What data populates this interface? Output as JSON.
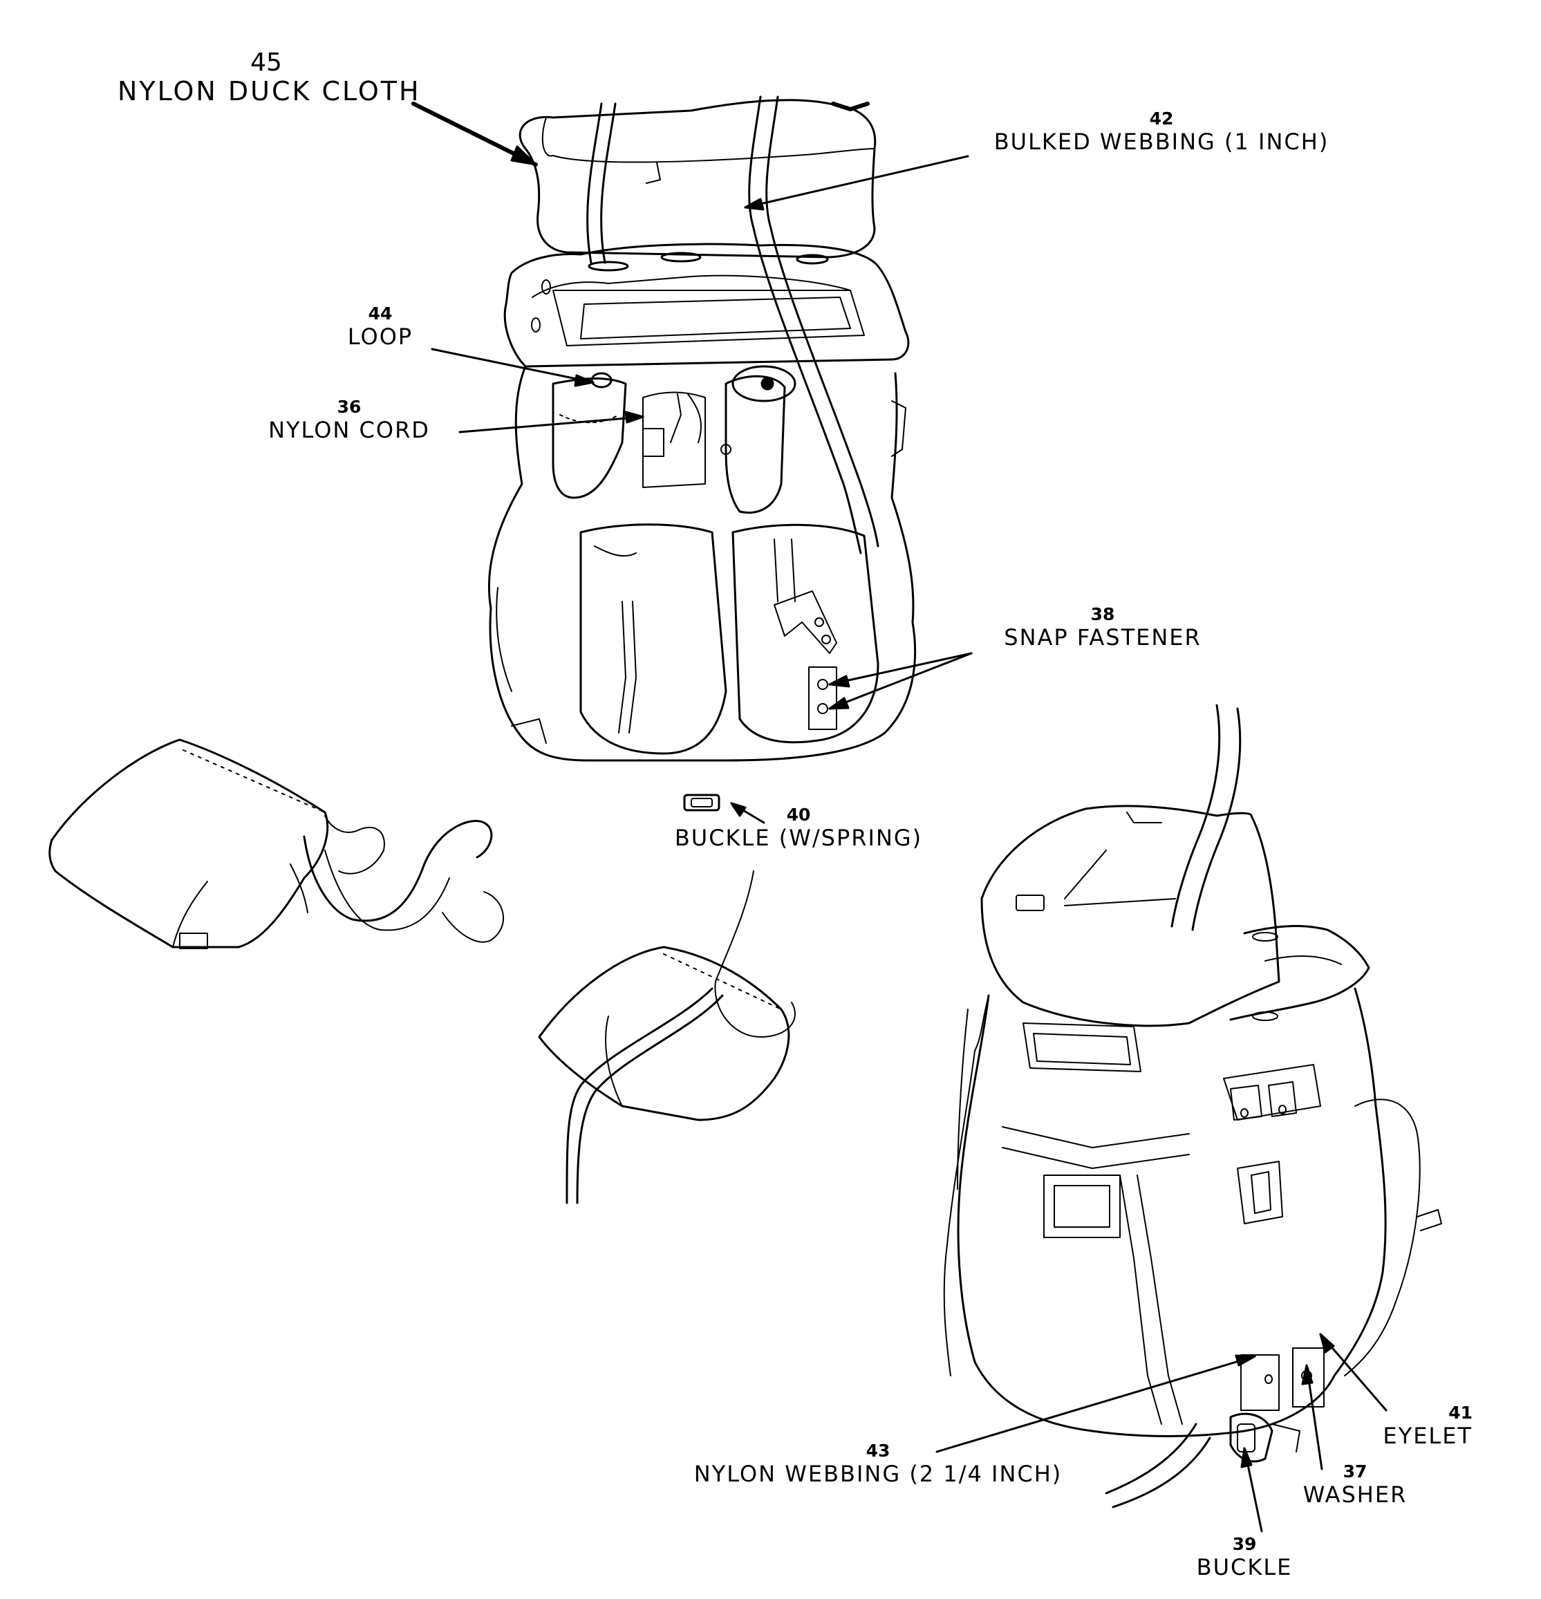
{
  "callouts": [
    {
      "id": "nylon-duck-cloth",
      "number": "45",
      "label": "NYLON DUCK CLOTH"
    },
    {
      "id": "bulked-webbing",
      "number": "42",
      "label": "BULKED WEBBING (1 INCH)"
    },
    {
      "id": "loop",
      "number": "44",
      "label": "LOOP"
    },
    {
      "id": "nylon-cord",
      "number": "36",
      "label": "NYLON CORD"
    },
    {
      "id": "snap-fastener",
      "number": "38",
      "label": "SNAP FASTENER"
    },
    {
      "id": "buckle-spring",
      "number": "40",
      "label": "BUCKLE (W/SPRING)"
    },
    {
      "id": "eyelet",
      "number": "41",
      "label": "EYELET"
    },
    {
      "id": "washer",
      "number": "37",
      "label": "WASHER"
    },
    {
      "id": "nylon-webbing",
      "number": "43",
      "label": "NYLON WEBBING (2 1/4 INCH)"
    },
    {
      "id": "buckle",
      "number": "39",
      "label": "BUCKLE"
    }
  ]
}
